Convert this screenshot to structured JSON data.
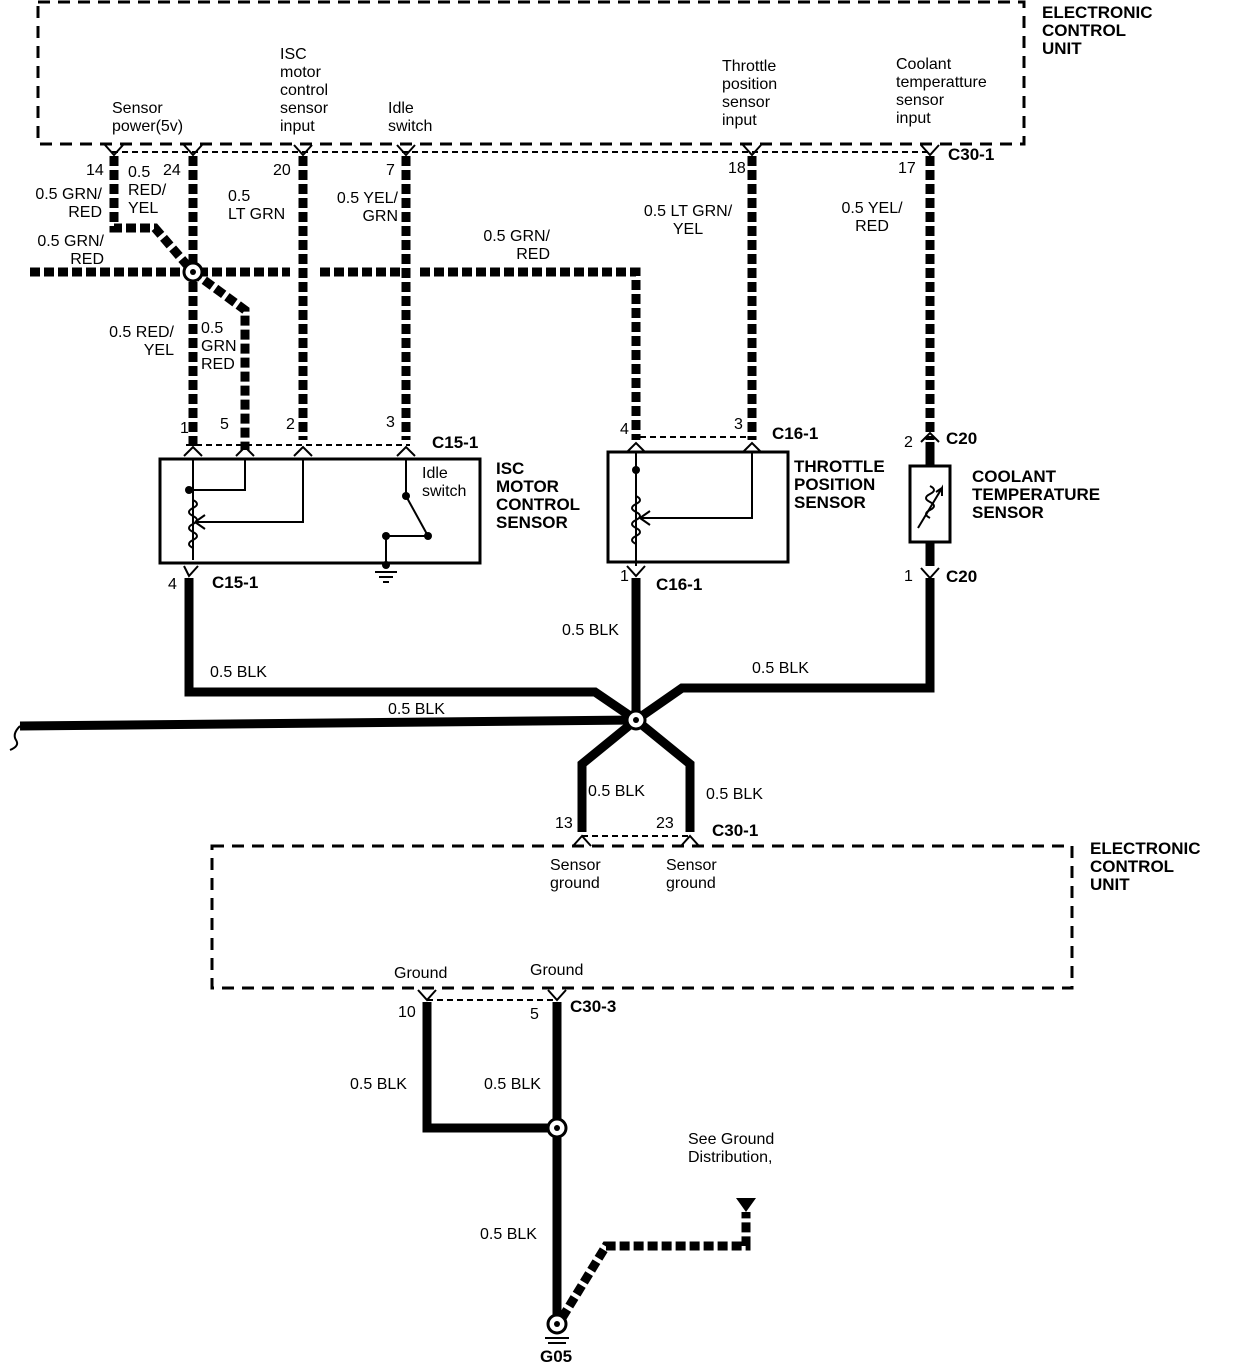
{
  "ecu_top": {
    "title": "ELECTRONIC\nCONTROL\nUNIT",
    "pins": {
      "sensor_power": "Sensor\npower(5v)",
      "isc_input": "ISC\nmotor\ncontrol\nsensor\ninput",
      "idle_switch": "Idle\nswitch",
      "throttle_input": "Throttle\nposition\nsensor\ninput",
      "coolant_input": "Coolant\ntemperatture\nsensor\ninput"
    },
    "connector": "C30-1",
    "pin_numbers": {
      "p14": "14",
      "p24": "24",
      "p20": "20",
      "p7": "7",
      "p18": "18",
      "p17": "17"
    }
  },
  "wires": {
    "grn_red_14": "0.5 GRN/\nRED",
    "red_yel_24": "0.5\nRED/\nYEL",
    "lt_grn_20": "0.5\nLT GRN",
    "yel_grn_7": "0.5 YEL/\nGRN",
    "grn_red_left": "0.5 GRN/\nRED",
    "grn_red_mid": "0.5 GRN/\nRED",
    "red_yel_lower": "0.5 RED/\nYEL",
    "grn_red_lower": "0.5\nGRN\nRED",
    "lt_grn_yel_18": "0.5 LT GRN/\nYEL",
    "yel_red_17": "0.5 YEL/\nRED",
    "blk_isc": "0.5 BLK",
    "blk_left": "0.5 BLK",
    "blk_tps": "0.5 BLK",
    "blk_cts": "0.5 BLK",
    "blk_13": "0.5 BLK",
    "blk_23": "0.5 BLK",
    "blk_10": "0.5 BLK",
    "blk_5": "0.5 BLK",
    "blk_g05": "0.5 BLK"
  },
  "isc": {
    "title": "ISC\nMOTOR\nCONTROL\nSENSOR",
    "connector": "C15-1",
    "idle_switch": "Idle\nswitch",
    "pins": {
      "p1": "1",
      "p5": "5",
      "p2": "2",
      "p3": "3",
      "p4": "4"
    }
  },
  "tps": {
    "title": "THROTTLE\nPOSITION\nSENSOR",
    "connector": "C16-1",
    "pins": {
      "p4": "4",
      "p3": "3",
      "p1": "1"
    }
  },
  "cts": {
    "title": "COOLANT\nTEMPERATURE\nSENSOR",
    "connector": "C20",
    "pins": {
      "p2": "2",
      "p1": "1"
    }
  },
  "ecu_bottom": {
    "title": "ELECTRONIC\nCONTROL\nUNIT",
    "sensor_ground": "Sensor\nground",
    "ground": "Ground",
    "connector_1": "C30-1",
    "connector_3": "C30-3",
    "pin_numbers": {
      "p13": "13",
      "p23": "23",
      "p10": "10",
      "p5": "5"
    }
  },
  "ground": {
    "note": "See Ground\nDistribution,",
    "id": "G05"
  }
}
